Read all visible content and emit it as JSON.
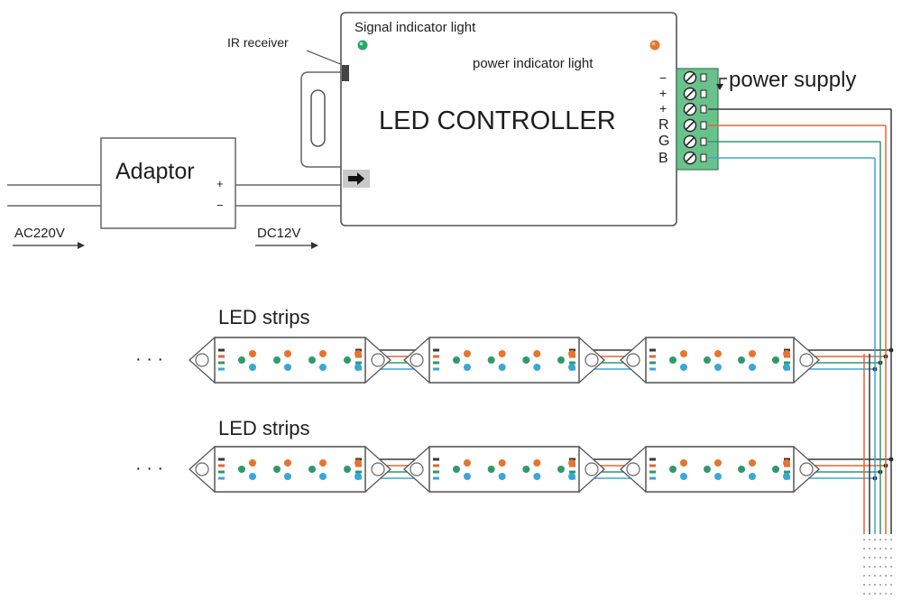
{
  "colors": {
    "outline": "#555555",
    "black_wire": "#3a3a3a",
    "red_wire": "#e0673a",
    "green_wire": "#2e9a6a",
    "blue_wire": "#3aa7d6",
    "terminal_green": "#69c28c",
    "signal_led": "#2aa866",
    "power_led": "#e8742c"
  },
  "labels": {
    "signal_indicator": "Signal indicator light",
    "power_indicator": "power indicator light",
    "ir_receiver": "IR receiver",
    "controller": "LED CONTROLLER",
    "power_supply": "power  supply",
    "adaptor": "Adaptor",
    "adaptor_plus": "+",
    "adaptor_minus": "−",
    "ac_input": "AC220V",
    "dc_input": "DC12V",
    "led_strips_1": "LED strips",
    "led_strips_2": "LED strips",
    "ellipsis": "· · ·"
  },
  "terminals": [
    "−",
    "+",
    "+",
    "R",
    "G",
    "B"
  ],
  "icons": {
    "dc_input_arrow": "right-arrow-icon",
    "led_rgb": "rgb-led-icon"
  }
}
